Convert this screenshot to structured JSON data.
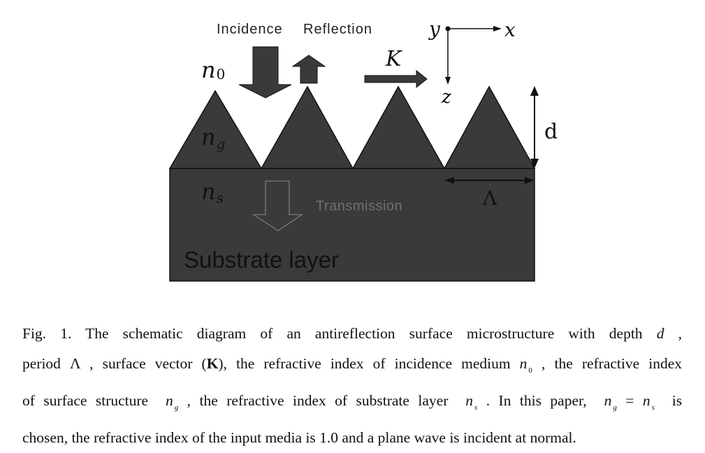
{
  "diagram": {
    "labels": {
      "incidence": "Incidence",
      "reflection": "Reflection",
      "n0_base": "n",
      "n0_sub": "0",
      "ng_base": "n",
      "ng_sub": "g",
      "ns_base": "n",
      "ns_sub": "s",
      "k_vector": "K",
      "axis_y": "y",
      "axis_x": "x",
      "axis_z": "z",
      "depth": "d",
      "period": "Λ",
      "transmission": "Transmission",
      "substrate": "Substrate layer"
    },
    "colors": {
      "fill": "#3a3a3a",
      "stroke": "#111111"
    }
  },
  "caption": {
    "l1_a": "Fig. 1. The schematic diagram of an antireflection surface microstructure with depth",
    "l1_d": "d",
    "l1_b": ",",
    "l2_a": "period Λ , surface vector (",
    "l2_k": "K",
    "l2_b": "), the refractive index of incidence medium",
    "l2_n": "n",
    "l2_sub": "0",
    "l2_c": ", the refractive index",
    "l3_a": "of surface structure",
    "l3_n1": "n",
    "l3_sub1": "g",
    "l3_b": ", the refractive index of substrate layer",
    "l3_n2": "n",
    "l3_sub2": "s",
    "l3_c": ". In this paper,",
    "l3_n3": "n",
    "l3_sub3": "g",
    "l3_eq": "=",
    "l3_n4": "n",
    "l3_sub4": "s",
    "l3_d": "is",
    "l4": "chosen, the refractive index of the input media is 1.0 and a plane wave is incident at normal."
  }
}
